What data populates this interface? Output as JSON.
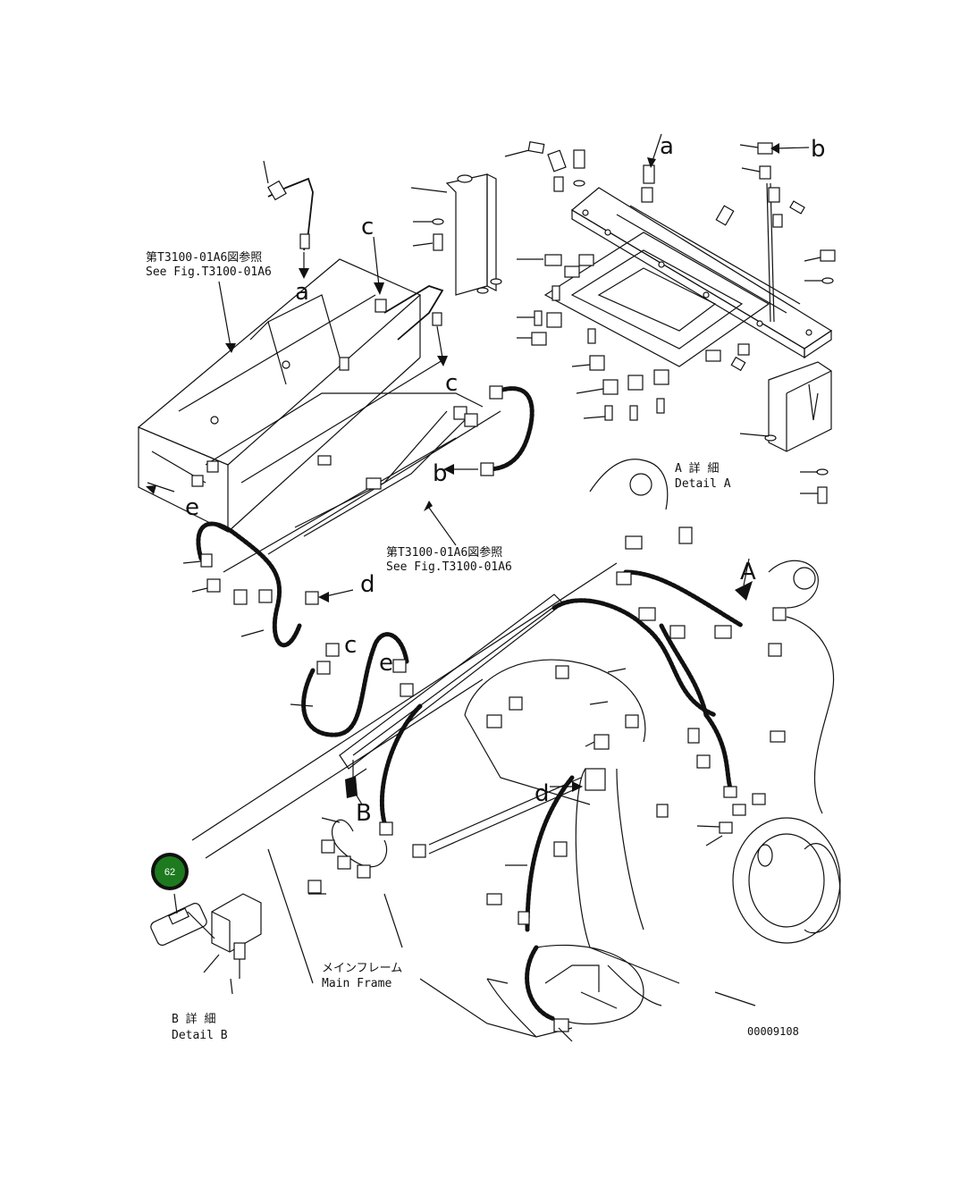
{
  "labels": {
    "ref_top_jp": "第T3100-01A6図参照",
    "ref_top_en": "See Fig.T3100-01A6",
    "ref_mid_jp": "第T3100-01A6図参照",
    "ref_mid_en": "See Fig.T3100-01A6",
    "detail_a_jp": "A 詳 細",
    "detail_a_en": "Detail A",
    "detail_b_jp": "B 詳 細",
    "detail_b_en": "Detail B",
    "main_frame_jp": "メインフレーム",
    "main_frame_en": "Main Frame",
    "drawing_number": "00009108"
  },
  "letters": {
    "a1": "a",
    "a2": "a",
    "b1": "b",
    "b2": "b",
    "c1": "c",
    "c2": "c",
    "c3": "c",
    "d1": "d",
    "d2": "d",
    "e1": "e",
    "e2": "e",
    "A": "A",
    "B": "B"
  },
  "callout": {
    "number": "62",
    "color": "#1e7a1e"
  }
}
